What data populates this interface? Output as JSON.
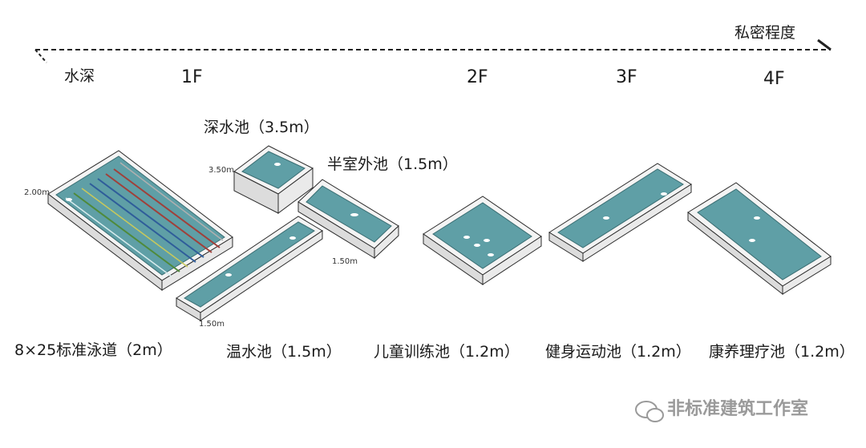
{
  "axis": {
    "left_label": "水深",
    "right_label": "私密程度"
  },
  "floors": [
    "1F",
    "2F",
    "3F",
    "4F"
  ],
  "pools": [
    {
      "name": "8×25标准泳道（2m）",
      "depth_tag": "2.00m"
    },
    {
      "name": "深水池（3.5m）",
      "depth_tag": "3.50m"
    },
    {
      "name": "半室外池（1.5m）",
      "depth_tag": "1.50m"
    },
    {
      "name": "温水池（1.5m）",
      "depth_tag": "1.50m"
    },
    {
      "name": "儿童训练池（1.2m）"
    },
    {
      "name": "健身运动池（1.2m）"
    },
    {
      "name": "康养理疗池（1.2m）"
    }
  ],
  "watermark": "非标准建筑工作室",
  "colors": {
    "water": "#5f9fa6",
    "water_dark": "#4f8a91",
    "rim": "#f2f2f2",
    "rim_side": "#d9d9d9",
    "outline": "#2b2b2b",
    "lane_red": "#a0403a",
    "lane_blue": "#2f5d9a",
    "lane_green": "#4f8a3a"
  }
}
